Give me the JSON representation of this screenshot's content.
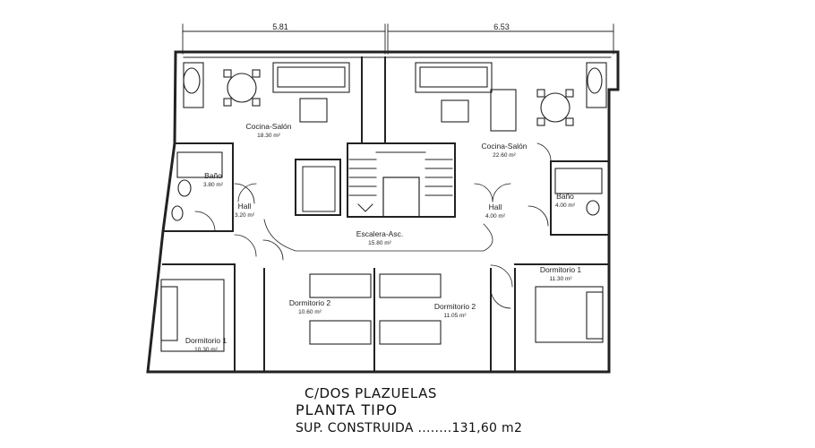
{
  "dimensions": {
    "left": "5.81",
    "right": "6.53"
  },
  "rooms": [
    {
      "name": "Cocina-Salón",
      "area": "18.30 m²"
    },
    {
      "name": "Cocina-Salón",
      "area": "22.60 m²"
    },
    {
      "name": "Baño",
      "area": "3.80 m²"
    },
    {
      "name": "Baño",
      "area": "4.00 m²"
    },
    {
      "name": "Hall",
      "area": "3.20 m²"
    },
    {
      "name": "Hall",
      "area": "4.00 m²"
    },
    {
      "name": "Escalera-Asc.",
      "area": "15.80 m²"
    },
    {
      "name": "Dormitorio 1",
      "area": "11.30 m²"
    },
    {
      "name": "Dormitorio 2",
      "area": "10.60 m²"
    },
    {
      "name": "Dormitorio 2",
      "area": "11.05 m²"
    },
    {
      "name": "Dormitorio 1",
      "area": "10.30 m²"
    }
  ],
  "caption": {
    "street": "C/DOS PLAZUELAS",
    "title": "PLANTA TIPO",
    "surface": "SUP. CONSTRUIDA ........131,60 m2"
  }
}
